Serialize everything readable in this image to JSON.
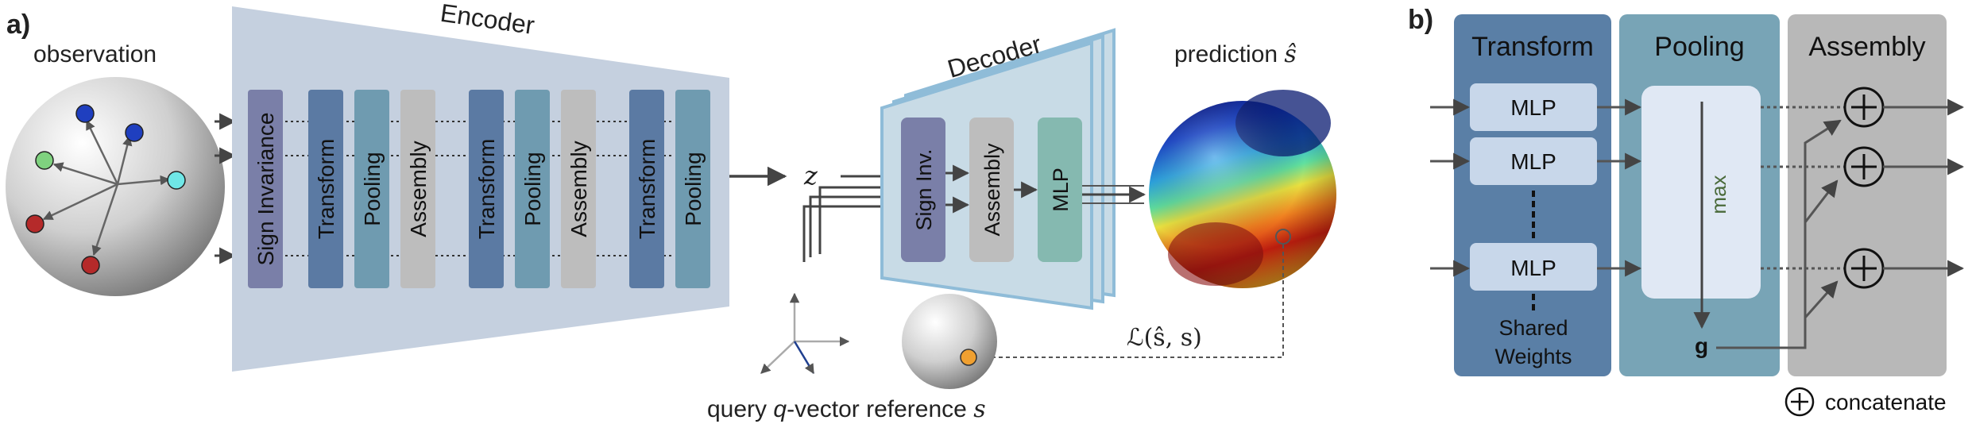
{
  "panel_a": {
    "label": "a)",
    "observation_label": "observation",
    "encoder_label": "Encoder",
    "encoder_blocks": [
      "Sign Invariance",
      "Transform",
      "Pooling",
      "Assembly",
      "Transform",
      "Pooling",
      "Assembly",
      "Transform",
      "Pooling"
    ],
    "decoder_label": "Decoder",
    "decoder_blocks": [
      "Sign Inv.",
      "Assembly",
      "MLP"
    ],
    "z_label": "z",
    "prediction_label": "prediction",
    "prediction_symbol": "ŝ",
    "loss_label": "ℒ(ŝ, s)",
    "query_label_pre": "query",
    "query_label_q": "q",
    "query_label_post": "-vector",
    "reference_label": "reference",
    "reference_symbol": "s"
  },
  "panel_b": {
    "label": "b)",
    "transform_label": "Transform",
    "pooling_label": "Pooling",
    "assembly_label": "Assembly",
    "mlp_labels": [
      "MLP",
      "MLP",
      "MLP"
    ],
    "shared_weights_line1": "Shared",
    "shared_weights_line2": "Weights",
    "max_label": "max",
    "g_label": "g",
    "concatenate_label": "concatenate"
  },
  "colors": {
    "encoder_bg": "#c5d0df",
    "decoder_bg": "#c8dbe6",
    "decoder_border": "#8fbcd8",
    "sign_invariance": "#7a7fa8",
    "transform": "#5b7aa3",
    "pooling": "#6f9bb0",
    "assembly": "#bdbdbd",
    "mlp": "#85b9b0",
    "panel_b_transform": "#5a7fa6",
    "panel_b_pooling": "#78a4b6",
    "panel_b_assembly": "#b8b8b8",
    "mlp_box": "#c8d7ea",
    "max_text": "#4a6a3a",
    "node_blue": "#1f3fbf",
    "node_green": "#7fd27f",
    "node_cyan": "#6fe7e7",
    "node_red": "#b52a2a",
    "reference_dot": "#f0a030"
  }
}
